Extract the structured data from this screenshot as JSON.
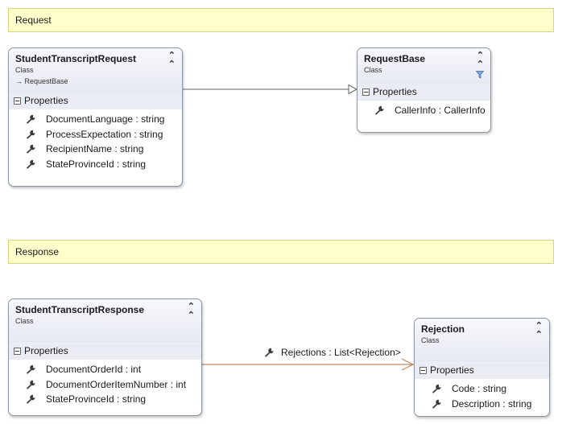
{
  "notes": {
    "request": "Request",
    "response": "Response"
  },
  "classes": {
    "student_transcript_request": {
      "name": "StudentTranscriptRequest",
      "kind": "Class",
      "base": "→ RequestBase",
      "section": "Properties",
      "properties": [
        "DocumentLanguage : string",
        "ProcessExpectation : string",
        "RecipientName : string",
        "StateProvinceId : string"
      ]
    },
    "request_base": {
      "name": "RequestBase",
      "kind": "Class",
      "section": "Properties",
      "properties": [
        "CallerInfo : CallerInfo"
      ]
    },
    "student_transcript_response": {
      "name": "StudentTranscriptResponse",
      "kind": "Class",
      "section": "Properties",
      "properties": [
        "DocumentOrderId : int",
        "DocumentOrderItemNumber : int",
        "StateProvinceId : string"
      ]
    },
    "rejection": {
      "name": "Rejection",
      "kind": "Class",
      "section": "Properties",
      "properties": [
        "Code : string",
        "Description : string"
      ]
    }
  },
  "associations": {
    "rejections_label": "Rejections : List<Rejection>"
  },
  "icons": {
    "collapse": "double-chevron-up-icon",
    "section": "minus-box-icon",
    "property": "wrench-icon",
    "filter": "filter-icon"
  },
  "colors": {
    "note_fill": "#ffffcc",
    "association_line": "#c0875f",
    "inheritance_line": "#666666"
  }
}
